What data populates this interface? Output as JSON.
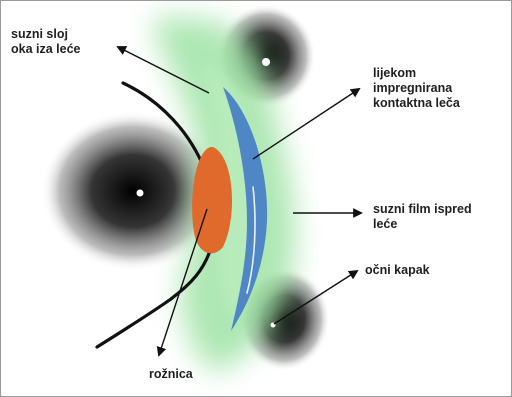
{
  "labels": {
    "tear_layer_behind_lens": {
      "line1": "suzni sloj",
      "line2": "oka iza leće"
    },
    "medicated_contact_lens": {
      "line1": "lijekom",
      "line2": "impregnirana",
      "line3": "kontaktna leča"
    },
    "tear_film_front_of_lens": {
      "line1": "suzni film ispred",
      "line2": "leće"
    },
    "eyelid": {
      "line1": "očni kapak"
    },
    "cornea": {
      "line1": "rožnica"
    }
  },
  "colors": {
    "tear_fluid": "#9fe3a5",
    "contact_lens": "#4f86c6",
    "cornea": "#e06a2c",
    "eyeball_outline": "#111111",
    "eyelid_shadow": "#2a2a2a",
    "frame_border": "#9a9a9a"
  }
}
